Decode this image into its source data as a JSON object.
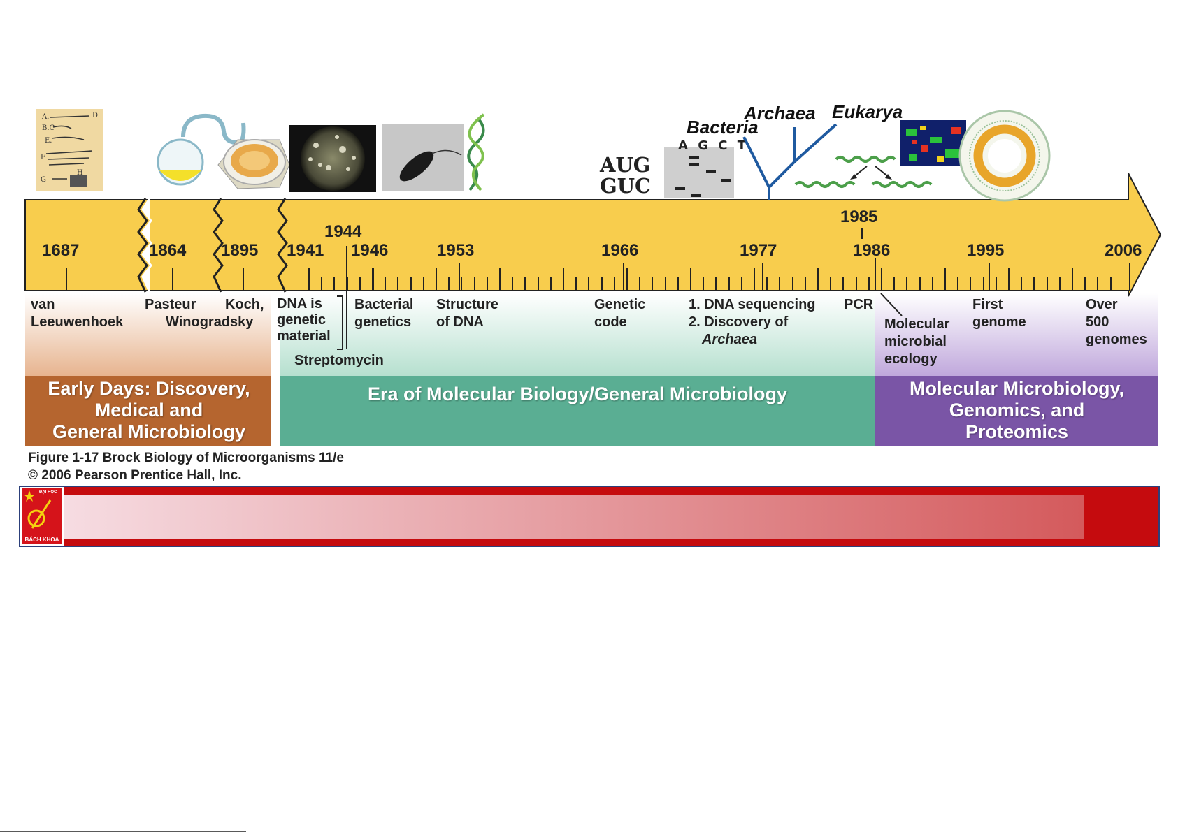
{
  "timeline": {
    "years": [
      "1687",
      "1864",
      "1895",
      "1941",
      "1944",
      "1946",
      "1953",
      "1966",
      "1977",
      "1985",
      "1986",
      "1995",
      "2006"
    ],
    "events": {
      "leeuwenhoek": "van\nLeeuwenhoek",
      "pasteur": "Pasteur",
      "winogradsky": "Winogradsky",
      "koch": "Koch,",
      "dna_genetic": "DNA is\ngenetic\nmaterial",
      "streptomycin": "Streptomycin",
      "bacterial_genetics": "Bacterial\ngenetics",
      "structure_dna": "Structure\nof DNA",
      "genetic_code": "Genetic\ncode",
      "dna_sequencing": "1. DNA sequencing",
      "discovery_archaea": "2. Discovery of",
      "archaea_italic": "Archaea",
      "pcr": "PCR",
      "molecular_ecology": "Molecular\nmicrobial\necology",
      "first_genome": "First\ngenome",
      "over_500": "Over\n500\ngenomes"
    },
    "eras": [
      {
        "label": "Early Days: Discovery,\nMedical and\nGeneral Microbiology",
        "color": "#b5652f"
      },
      {
        "label": "Era of Molecular Biology/General Microbiology",
        "color": "#5aae93"
      },
      {
        "label": "Molecular Microbiology,\nGenomics, and\nProteomics",
        "color": "#7a55a6"
      }
    ],
    "arrow_color": "#f8cd4d"
  },
  "illustrations": {
    "tree": {
      "bacteria": "Bacteria",
      "archaea": "Archaea",
      "eukarya": "Eukarya"
    },
    "codon": "AUG\nGUC",
    "gel_header": "A G C T"
  },
  "caption": {
    "line1": "Figure 1-17  Brock Biology of Microorganisms 11/e",
    "line2": "© 2006 Pearson Prentice Hall, Inc."
  },
  "footer_logo": {
    "top": "ĐẠI HỌC",
    "bottom": "BÁCH KHOA"
  }
}
